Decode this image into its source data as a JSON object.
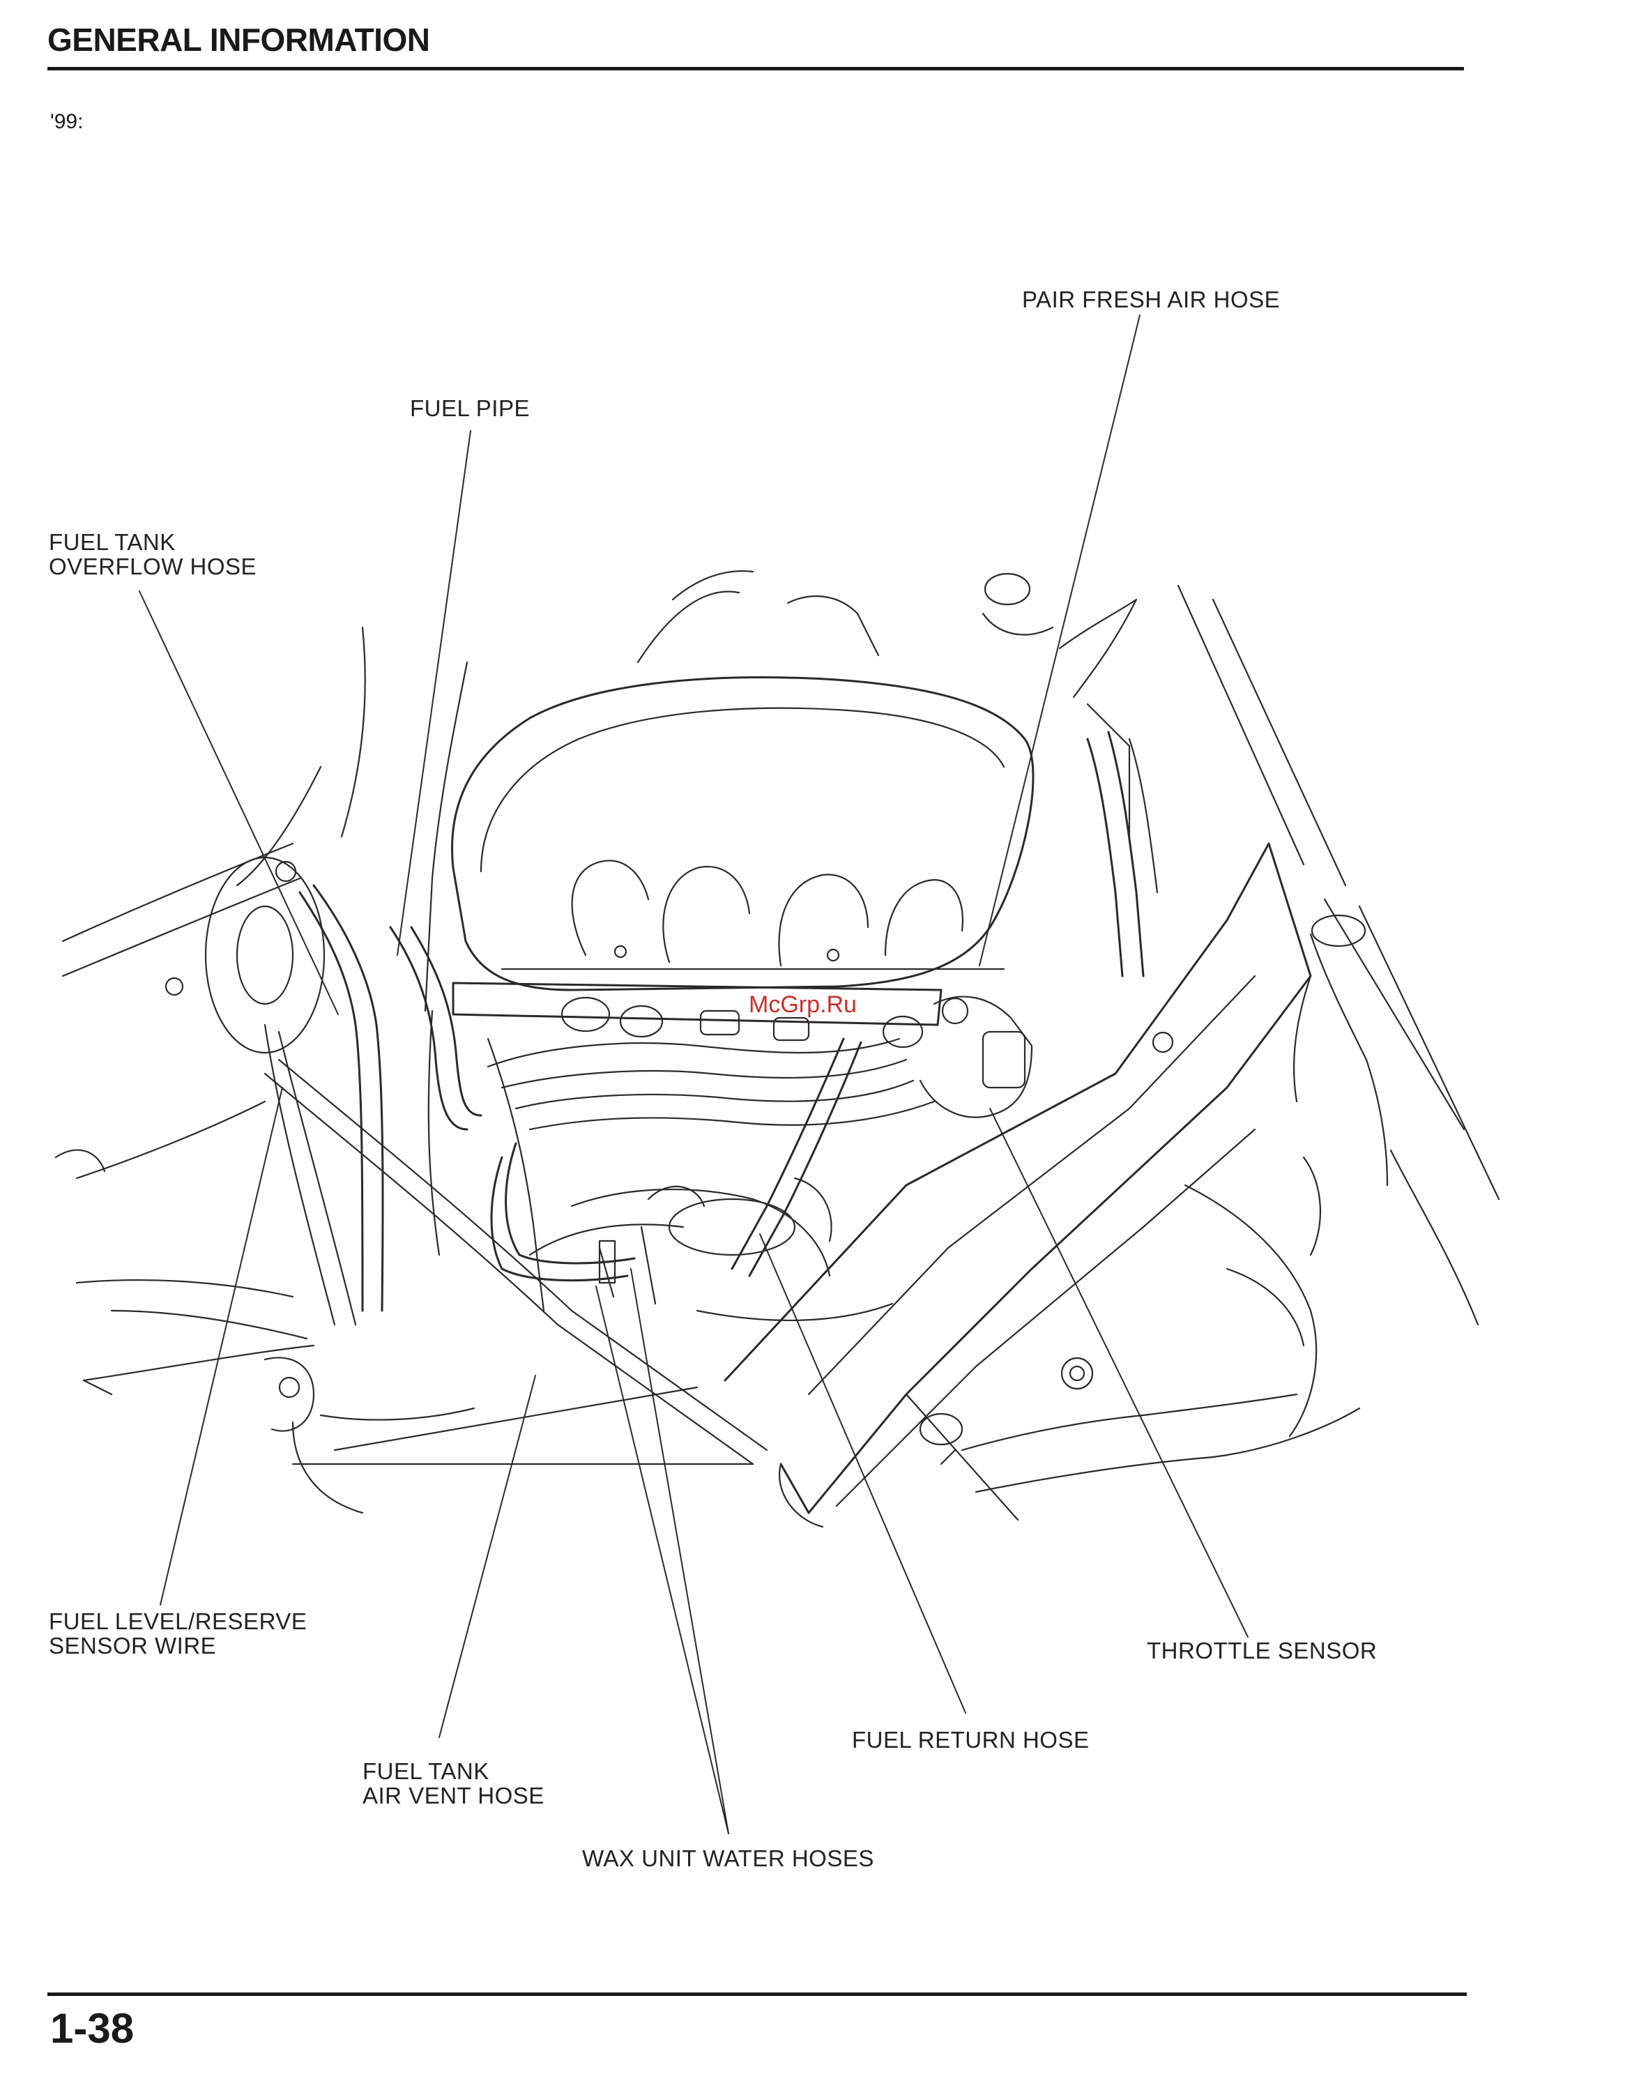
{
  "header": {
    "title": "GENERAL INFORMATION"
  },
  "year_label": "'99:",
  "footer": {
    "page_number": "1-38"
  },
  "watermark": "McGrp.Ru",
  "callouts": {
    "pair_fresh_air_hose": "PAIR FRESH AIR HOSE",
    "fuel_pipe": "FUEL PIPE",
    "fuel_tank_overflow_hose_line1": "FUEL TANK",
    "fuel_tank_overflow_hose_line2": "OVERFLOW HOSE",
    "fuel_level_sensor_wire_line1": "FUEL LEVEL/RESERVE",
    "fuel_level_sensor_wire_line2": "SENSOR WIRE",
    "fuel_tank_air_vent_hose_line1": "FUEL TANK",
    "fuel_tank_air_vent_hose_line2": "AIR VENT HOSE",
    "wax_unit_water_hoses": "WAX UNIT WATER HOSES",
    "fuel_return_hose": "FUEL RETURN HOSE",
    "throttle_sensor": "THROTTLE SENSOR"
  }
}
